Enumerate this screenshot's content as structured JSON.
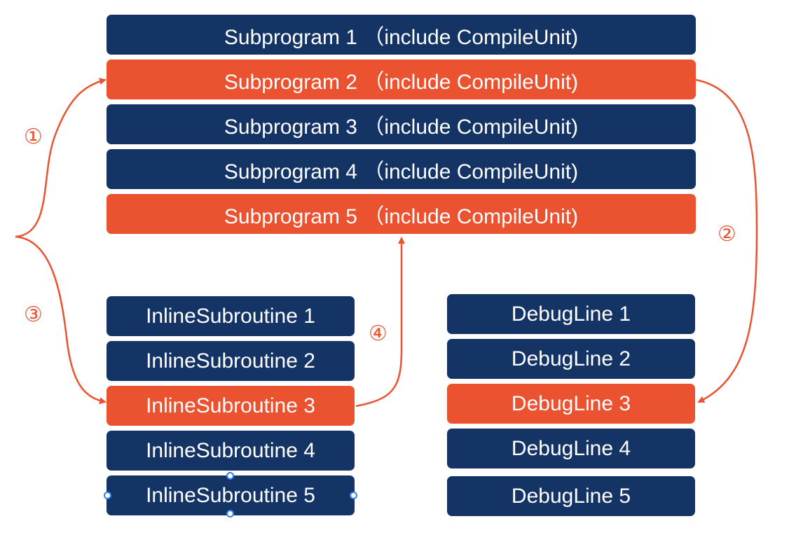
{
  "colors": {
    "normal": "#153466",
    "highlight": "#ea5230",
    "text": "#ffffff",
    "selection_handle": "#2f7df6"
  },
  "subprograms": [
    {
      "label": "Subprogram 1 （include CompileUnit)",
      "highlighted": false
    },
    {
      "label": "Subprogram 2 （include CompileUnit)",
      "highlighted": true
    },
    {
      "label": "Subprogram 3 （include CompileUnit)",
      "highlighted": false
    },
    {
      "label": "Subprogram 4 （include CompileUnit)",
      "highlighted": false
    },
    {
      "label": "Subprogram 5 （include CompileUnit)",
      "highlighted": true
    }
  ],
  "inline_subroutines": [
    {
      "label": "InlineSubroutine 1",
      "highlighted": false
    },
    {
      "label": "InlineSubroutine 2",
      "highlighted": false
    },
    {
      "label": "InlineSubroutine 3",
      "highlighted": true
    },
    {
      "label": "InlineSubroutine 4",
      "highlighted": false
    },
    {
      "label": "InlineSubroutine 5",
      "highlighted": false,
      "selected": true
    }
  ],
  "debug_lines": [
    {
      "label": "DebugLine 1",
      "highlighted": false
    },
    {
      "label": "DebugLine 2",
      "highlighted": false
    },
    {
      "label": "DebugLine 3",
      "highlighted": true
    },
    {
      "label": "DebugLine 4",
      "highlighted": false
    },
    {
      "label": "DebugLine 5",
      "highlighted": false
    }
  ],
  "step_markers": [
    "①",
    "②",
    "③",
    "④"
  ]
}
